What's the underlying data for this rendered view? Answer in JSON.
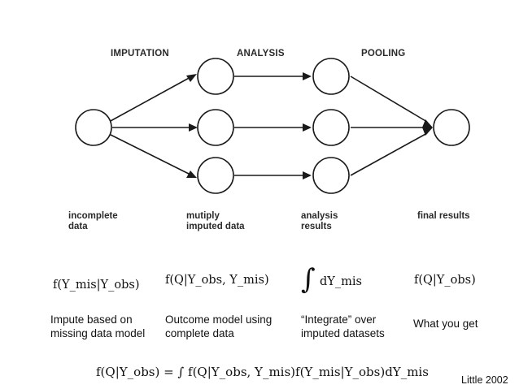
{
  "diagram": {
    "phases": {
      "imputation": "IMPUTATION",
      "analysis": "ANALYSIS",
      "pooling": "POOLING"
    },
    "stages": {
      "incomplete": [
        "incomplete",
        "data"
      ],
      "imputed": [
        "mutiply",
        "imputed data"
      ],
      "analysis_results": [
        "analysis",
        "results"
      ],
      "final": "final results"
    }
  },
  "formulas": {
    "f_mis_given_obs": "f(Y_mis|Y_obs)",
    "f_Q_given_obs_mis": "f(Q|Y_obs, Y_mis)",
    "integral_dY_mis": "dY_mis",
    "f_Q_given_obs": "f(Q|Y_obs)",
    "main_equation": "f(Q|Y_obs) = ∫ f(Q|Y_obs, Y_mis)f(Y_mis|Y_obs)dY_mis"
  },
  "descriptions": {
    "impute": [
      "Impute based on",
      "missing data model"
    ],
    "outcome": [
      "Outcome model using",
      "complete data"
    ],
    "integrate": [
      "“Integrate” over",
      "imputed datasets"
    ],
    "what": "What you get"
  },
  "citation": "Little 2002"
}
